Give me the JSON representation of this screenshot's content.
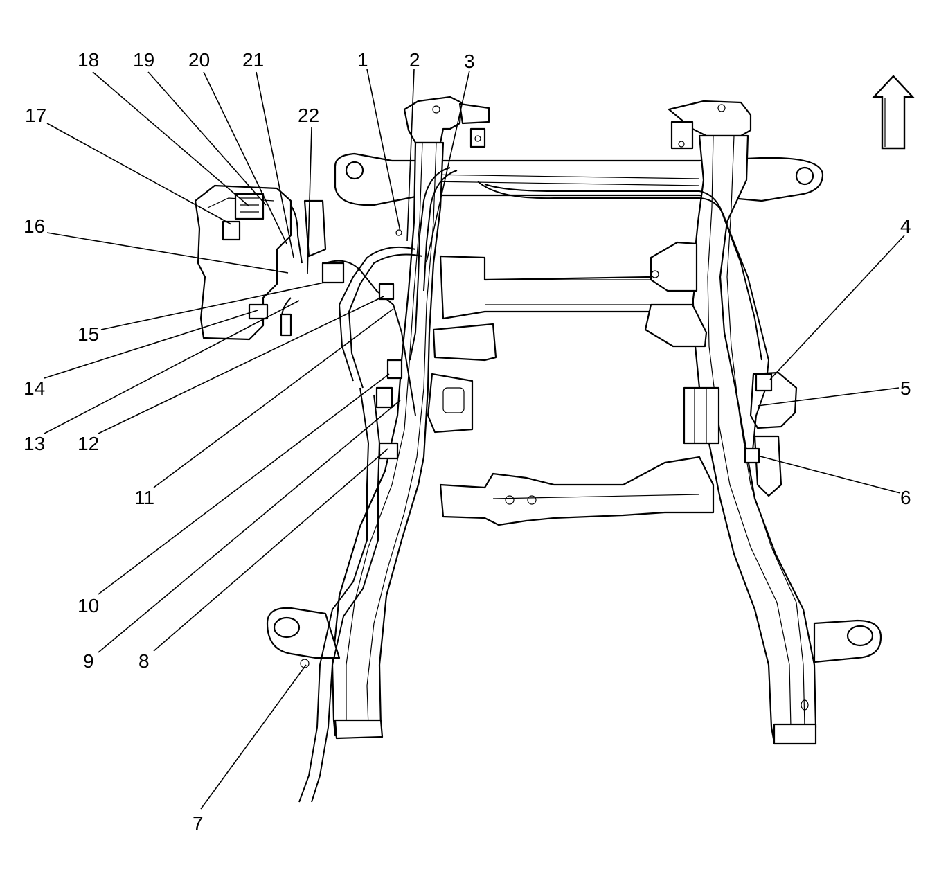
{
  "callouts": [
    {
      "id": "1",
      "label": "1"
    },
    {
      "id": "2",
      "label": "2"
    },
    {
      "id": "3",
      "label": "3"
    },
    {
      "id": "4",
      "label": "4"
    },
    {
      "id": "5",
      "label": "5"
    },
    {
      "id": "6",
      "label": "6"
    },
    {
      "id": "7",
      "label": "7"
    },
    {
      "id": "8",
      "label": "8"
    },
    {
      "id": "9",
      "label": "9"
    },
    {
      "id": "10",
      "label": "10"
    },
    {
      "id": "11",
      "label": "11"
    },
    {
      "id": "12",
      "label": "12"
    },
    {
      "id": "13",
      "label": "13"
    },
    {
      "id": "14",
      "label": "14"
    },
    {
      "id": "15",
      "label": "15"
    },
    {
      "id": "16",
      "label": "16"
    },
    {
      "id": "17",
      "label": "17"
    },
    {
      "id": "18",
      "label": "18"
    },
    {
      "id": "19",
      "label": "19"
    },
    {
      "id": "20",
      "label": "20"
    },
    {
      "id": "21",
      "label": "21"
    },
    {
      "id": "22",
      "label": "22"
    }
  ],
  "icons": {
    "direction_arrow": "arrow-up-icon"
  },
  "colors": {
    "line": "#000000",
    "background": "#ffffff"
  }
}
